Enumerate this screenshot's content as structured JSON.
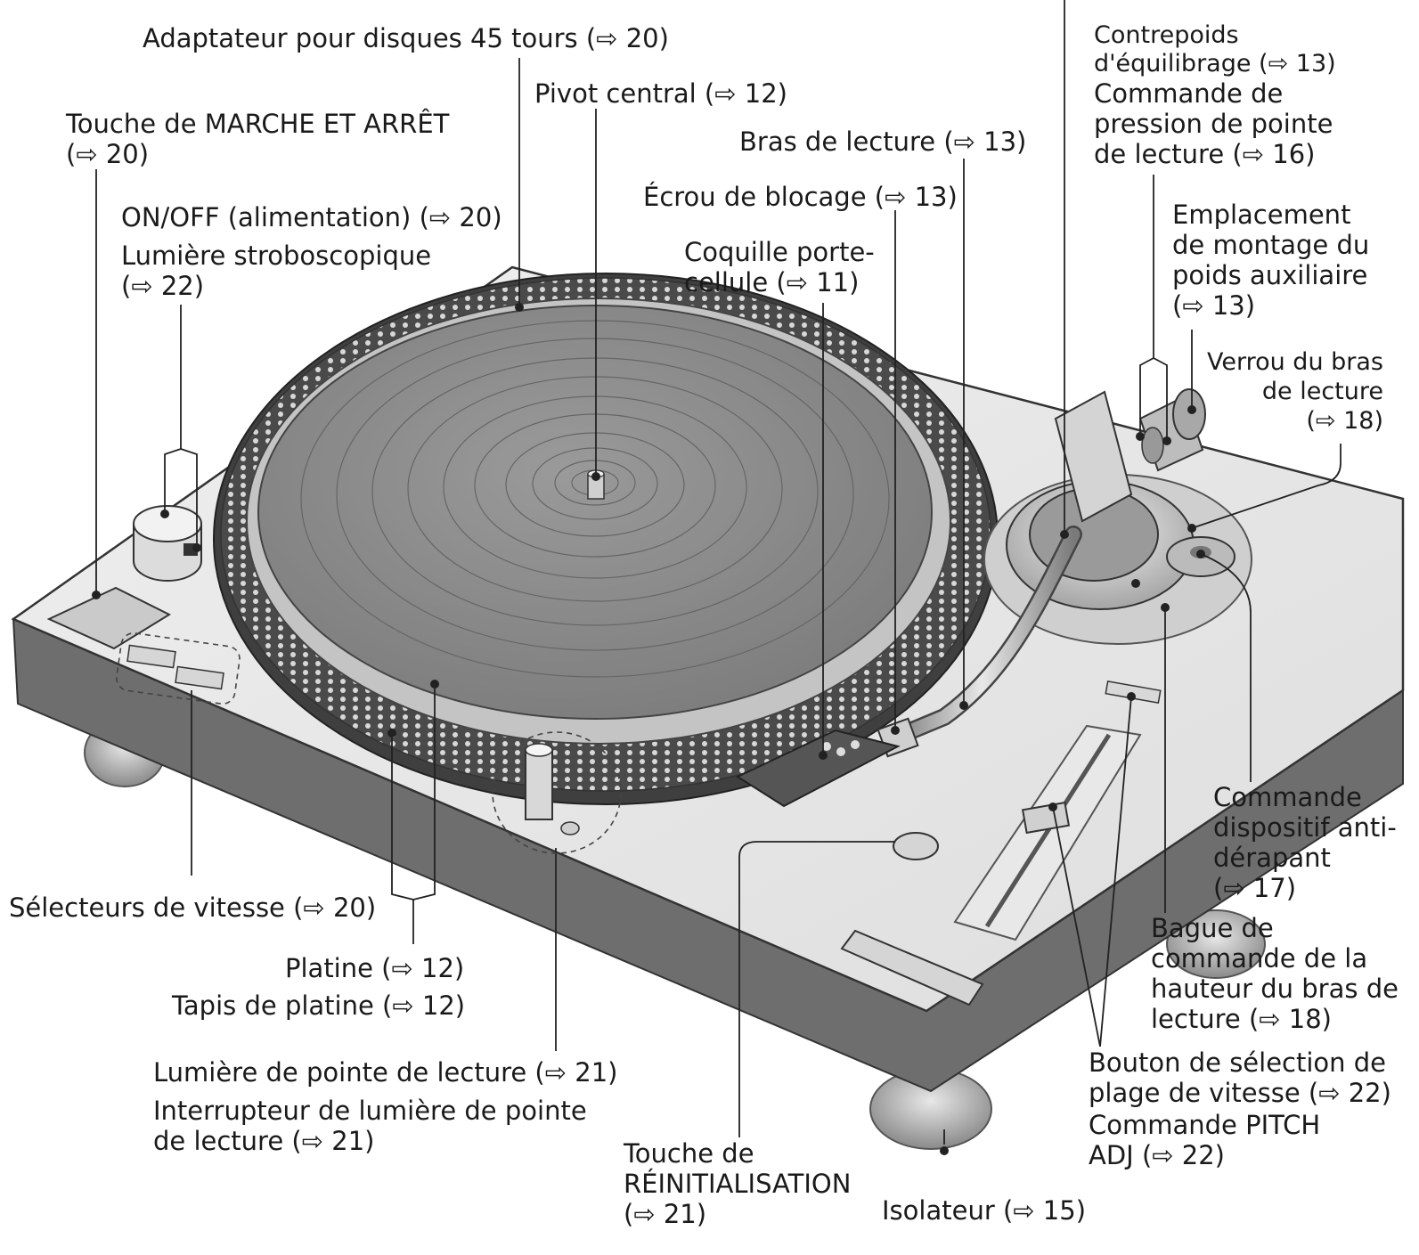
{
  "labels": {
    "adaptateur": "Adaptateur pour disques 45 tours (⇨ 20)",
    "pivot": "Pivot central (⇨ 12)",
    "touche_marche": [
      "Touche de MARCHE ET ARRÊT",
      "(⇨ 20)"
    ],
    "onoff": "ON/OFF (alimentation) (⇨ 20)",
    "lumiere_strobo": [
      "Lumière stroboscopique",
      "(⇨ 22)"
    ],
    "bras": "Bras de lecture (⇨ 13)",
    "ecrou": "Écrou de blocage (⇨ 13)",
    "coquille": [
      "Coquille porte-",
      "cellule (⇨ 11)"
    ],
    "contrepoids": [
      "Contrepoids",
      "d'équilibrage (⇨ 13)"
    ],
    "commande_pression": [
      "Commande de",
      "pression de pointe",
      "de lecture (⇨ 16)"
    ],
    "emplacement": [
      "Emplacement",
      "de montage du",
      "poids auxiliaire",
      "(⇨ 13)"
    ],
    "verrou": [
      "Verrou du bras",
      "de lecture",
      "(⇨ 18)"
    ],
    "antiderapant": [
      "Commande",
      "dispositif anti-",
      "dérapant",
      "(⇨ 17)"
    ],
    "bague": [
      "Bague de",
      "commande de la",
      "hauteur du bras de",
      "lecture (⇨ 18)"
    ],
    "bouton_plage": [
      "Bouton de sélection de",
      "plage de vitesse (⇨ 22)"
    ],
    "pitch": [
      "Commande PITCH",
      "ADJ (⇨ 22)"
    ],
    "selecteurs": "Sélecteurs de vitesse (⇨ 20)",
    "platine": "Platine (⇨ 12)",
    "tapis": "Tapis de platine (⇨ 12)",
    "lumiere_pointe": "Lumière de pointe de lecture (⇨ 21)",
    "interrupteur": [
      "Interrupteur de lumière de pointe",
      "de lecture (⇨ 21)"
    ],
    "reinit": [
      "Touche de",
      "RÉINITIALISATION",
      "(⇨ 21)"
    ],
    "isolateur": "Isolateur (⇨ 15)"
  }
}
